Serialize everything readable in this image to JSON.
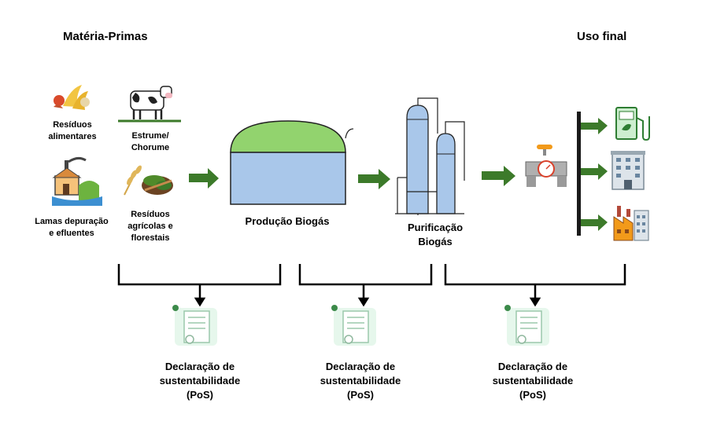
{
  "headers": {
    "feedstock": "Matéria-Primas",
    "end_use": "Uso final"
  },
  "feedstocks": {
    "food_waste": [
      "Resíduos",
      "alimentares"
    ],
    "manure": [
      "Estrume/",
      "Chorume"
    ],
    "sludge": [
      "Lamas depuração",
      "e efluentes"
    ],
    "agri_residues": [
      "Resíduos",
      "agrícolas e",
      "florestais"
    ]
  },
  "stages": {
    "production": "Produção Biogás",
    "purification": [
      "Purificação",
      "Biogás"
    ]
  },
  "declarations": [
    [
      "Declaração de",
      "sustentabilidade",
      "(PoS)"
    ],
    [
      "Declaração de",
      "sustentabilidade",
      "(PoS)"
    ],
    [
      "Declaração de",
      "sustentabilidade",
      "(PoS)"
    ]
  ],
  "colors": {
    "arrow_green": "#3c7a2a",
    "digester_top": "#92d36e",
    "digester_body": "#a9c7ea",
    "column_blue": "#a9c7ea",
    "bracket": "#000000",
    "doc_green": "#cdeedd"
  },
  "icons": {
    "food_waste": "fruit-waste-icon",
    "manure": "cow-icon",
    "sludge": "wastewater-plant-icon",
    "agri_residues": "wheat-wood-icon",
    "valve": "gas-valve-icon",
    "end_uses": [
      "fuel-pump-icon",
      "building-icon",
      "factory-icon"
    ],
    "certificate": "certificate-document-icon"
  }
}
